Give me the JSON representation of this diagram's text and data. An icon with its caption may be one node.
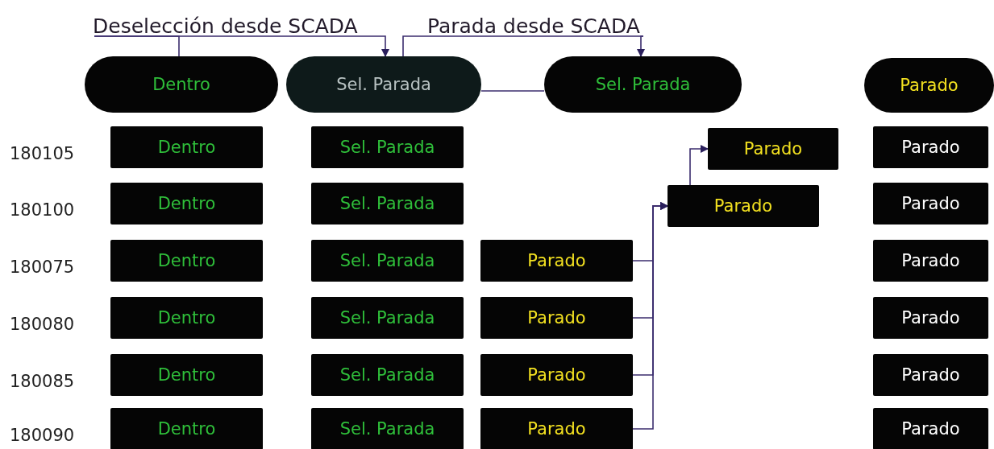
{
  "diagram": {
    "nodes": [
      {
        "text": [
          "Deselección desde SCADA"
        ]
      },
      {
        "text": [
          "Parada desde SCADA"
        ]
      },
      {
        "text": [
          "Dentro"
        ]
      },
      {
        "text": [
          "Sel. Parada"
        ]
      },
      {
        "text": [
          "Sel. Parada"
        ]
      },
      {
        "text": [
          "Parado"
        ]
      },
      {
        "text": [
          "Dentro"
        ]
      },
      {
        "text": [
          "Sel. Parada"
        ]
      },
      {
        "text": [
          "Parado"
        ]
      },
      {
        "text": [
          "Parado"
        ]
      },
      {
        "text": [
          "Dentro"
        ]
      },
      {
        "text": [
          "Sel. Parada"
        ]
      },
      {
        "text": [
          "Parado"
        ]
      },
      {
        "text": [
          "Parado"
        ]
      },
      {
        "text": [
          "Dentro"
        ]
      },
      {
        "text": [
          "Sel. Parada"
        ]
      },
      {
        "text": [
          "Parado"
        ]
      },
      {
        "text": [
          "Parado"
        ]
      },
      {
        "text": [
          "Dentro"
        ]
      },
      {
        "text": [
          "Sel. Parada"
        ]
      },
      {
        "text": [
          "Parado"
        ]
      },
      {
        "text": [
          "Parado"
        ]
      },
      {
        "text": [
          "Dentro"
        ]
      },
      {
        "text": [
          "Sel. Parada"
        ]
      },
      {
        "text": [
          "Parado"
        ]
      },
      {
        "text": [
          "Parado"
        ]
      },
      {
        "text": [
          "Dentro"
        ]
      },
      {
        "text": [
          "Sel. Parada"
        ]
      },
      {
        "text": [
          "Parado"
        ]
      },
      {
        "text": [
          "Parado"
        ]
      }
    ],
    "edges": [
      {
        "from": 0,
        "to": 2,
        "arrow": "none"
      },
      {
        "from": 0,
        "to": 3,
        "arrow": "to"
      },
      {
        "from": 1,
        "to": 3,
        "arrow": "none"
      },
      {
        "from": 1,
        "to": 4,
        "arrow": "to"
      },
      {
        "from": 3,
        "to": 4,
        "arrow": "none"
      },
      {
        "from": 16,
        "to": 12,
        "arrow": "to"
      },
      {
        "from": 20,
        "to": 12,
        "arrow": "to"
      },
      {
        "from": 24,
        "to": 12,
        "arrow": "to"
      },
      {
        "from": 28,
        "to": 12,
        "arrow": "to"
      },
      {
        "from": 12,
        "to": 8,
        "arrow": "to"
      }
    ],
    "labels": [
      "180105",
      "180100",
      "180075",
      "180080",
      "180085",
      "180090"
    ]
  }
}
